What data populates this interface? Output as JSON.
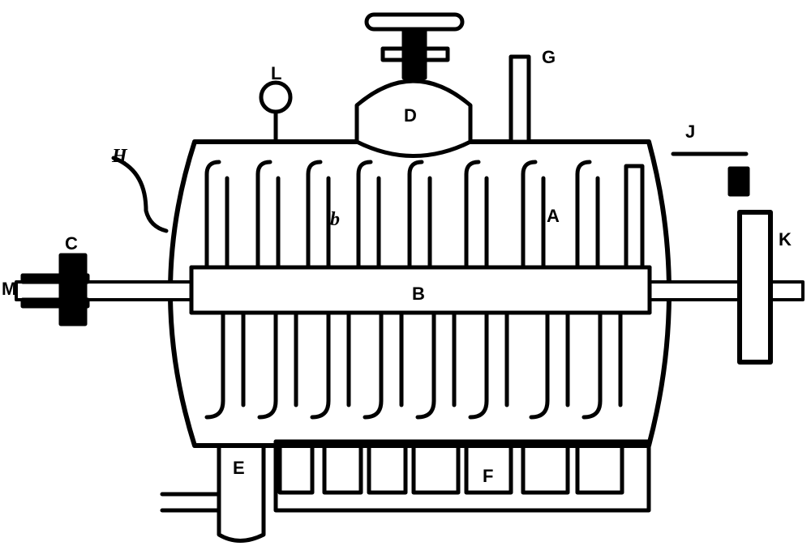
{
  "diagram": {
    "type": "mechanical apparatus cross-section",
    "labels": {
      "A": "A",
      "B": "B",
      "b": "b",
      "C": "C",
      "D": "D",
      "E": "E",
      "F": "F",
      "G": "G",
      "H": "H",
      "J": "J",
      "K": "K",
      "L": "L",
      "M": "M"
    },
    "colors": {
      "ink": "#000000",
      "paper": "#ffffff"
    }
  }
}
